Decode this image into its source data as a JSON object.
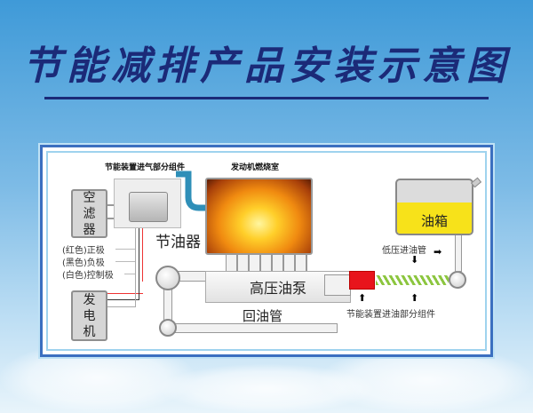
{
  "title": "节能减排产品安装示意图",
  "diagram": {
    "intake_component_label": "节能装置进气部分组件",
    "combustion_label": "发动机燃烧室",
    "air_filter": [
      "空",
      "滤",
      "器"
    ],
    "fuel_saver_label": "节油器",
    "wires": [
      "(红色)正极",
      "(黑色)负极",
      "(白色)控制极"
    ],
    "generator": [
      "发",
      "电",
      "机"
    ],
    "pump_label": "高压油泵",
    "return_label": "回油管",
    "tank_label": "油箱",
    "low_pressure_label": "低压进油管",
    "fuel_component_label": "节能装置进油部分组件"
  },
  "colors": {
    "title": "#1b2a78",
    "red_block": "#e8141c",
    "tank_yellow": "#f7e21a",
    "spring_green": "#8cc63f",
    "pipe_blue": "#2f8fb8"
  }
}
